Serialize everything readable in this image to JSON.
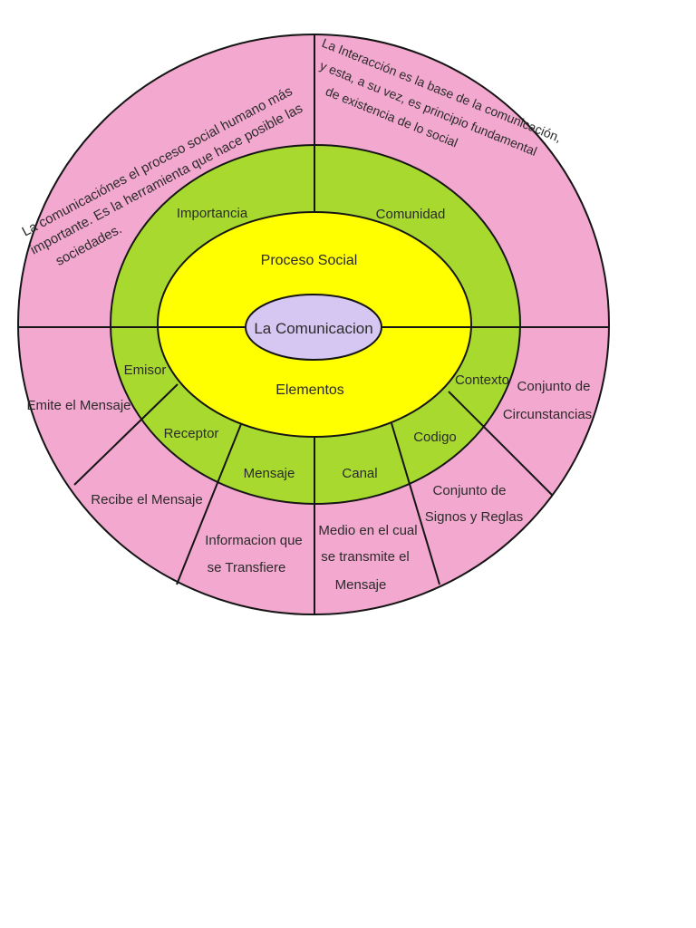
{
  "colors": {
    "outer_ring": "#f3a8cf",
    "middle_ring": "#a8d92f",
    "inner_ring": "#ffff00",
    "core": "#d6c6f2",
    "outline": "#151515",
    "text": "#2b2b2b"
  },
  "core": {
    "label": "La Comunicacion"
  },
  "inner": {
    "top": "Proceso Social",
    "bottom": "Elementos"
  },
  "middle": {
    "importancia": "Importancia",
    "comunidad": "Comunidad",
    "emisor": "Emisor",
    "receptor": "Receptor",
    "mensaje": "Mensaje",
    "canal": "Canal",
    "codigo": "Codigo",
    "contexto": "Contexto"
  },
  "outer": {
    "importancia_text": [
      "La comunicaciónes el proceso social humano más",
      "importante. Es la herramienta que hace posible las",
      "sociedades."
    ],
    "comunidad_text": [
      "La Interacción es la base de la comunicación,",
      "y esta, a su vez, es principio fundamental",
      "de existencia de lo social"
    ],
    "emisor_text": [
      "Emite el Mensaje"
    ],
    "receptor_text": [
      "Recibe el Mensaje"
    ],
    "mensaje_text": [
      "Informacion que",
      "se Transfiere"
    ],
    "canal_text": [
      "Medio en el cual",
      "se transmite el",
      "Mensaje"
    ],
    "codigo_text": [
      "Conjunto de",
      "Signos y Reglas"
    ],
    "contexto_text": [
      "Conjunto de",
      "Circunstancias"
    ]
  }
}
